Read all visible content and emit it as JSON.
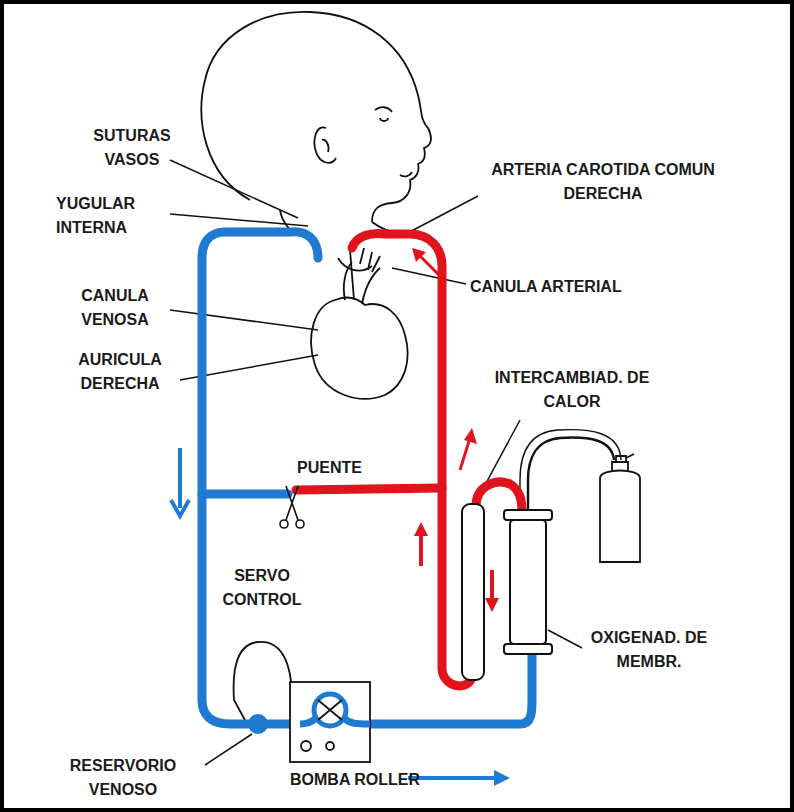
{
  "diagram": {
    "labels": [
      "SUTURAS VASOS",
      "YUGULAR INTERNA",
      "CANULA VENOSA",
      "AURICULA DERECHA",
      "ARTERIA CAROTIDA COMUN DERECHA",
      "CANULA ARTERIAL",
      "INTERCAMBIAD. DE CALOR",
      "PUENTE",
      "SERVO CONTROL",
      "OXIGENAD. DE MEMBR.",
      "RESERVORIO VENOSO",
      "BOMBA ROLLER"
    ]
  }
}
